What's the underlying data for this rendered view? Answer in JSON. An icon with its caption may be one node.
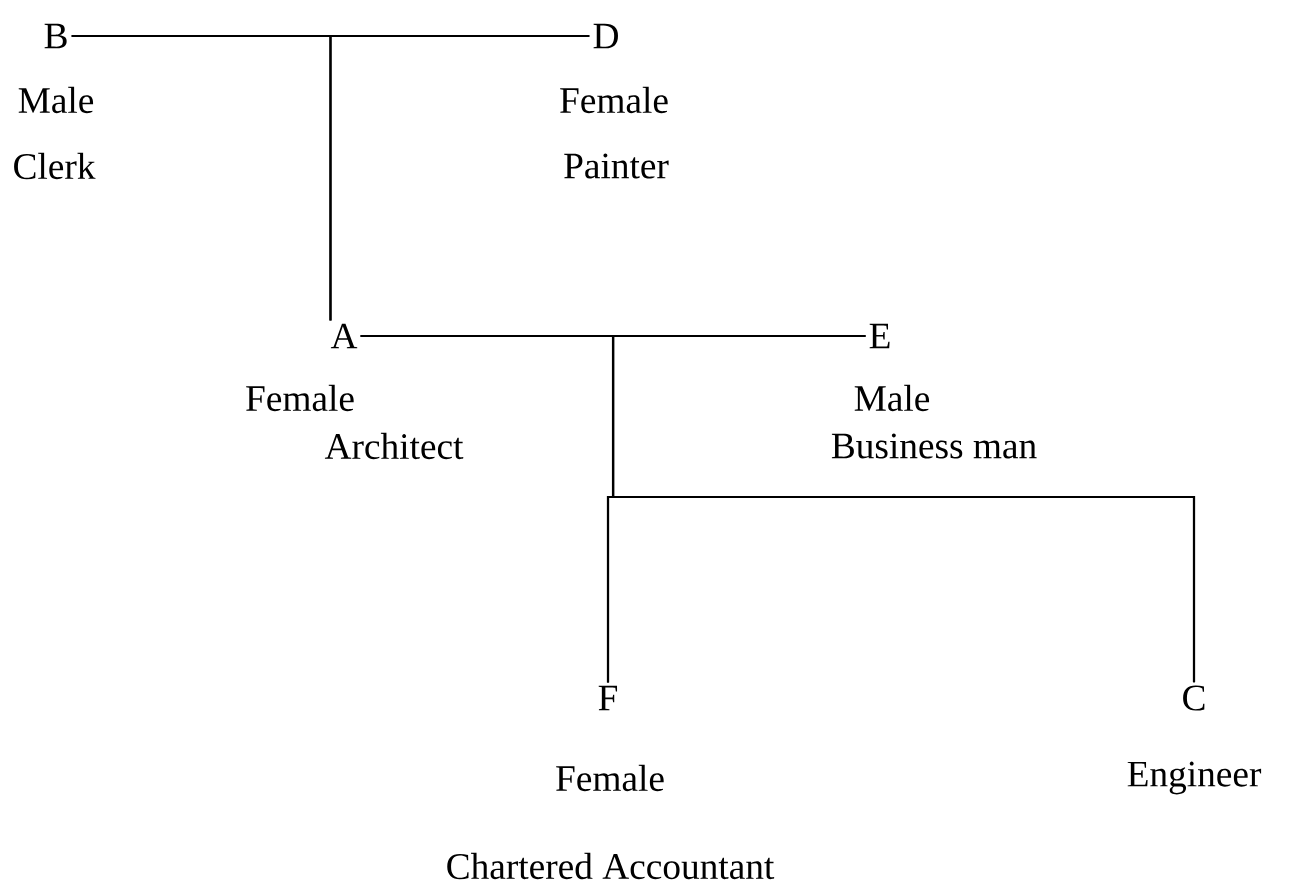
{
  "diagram": {
    "nodes": [
      {
        "text": [
          "B"
        ],
        "beside": [
          "Male",
          "Clerk"
        ]
      },
      {
        "text": [
          "D"
        ],
        "beside": [
          "Female",
          "Painter"
        ]
      },
      {
        "text": [
          "A"
        ],
        "beside": [
          "Female",
          "Architect"
        ]
      },
      {
        "text": [
          "E"
        ],
        "beside": [
          "Male",
          "Business man"
        ]
      },
      {
        "text": [
          "F"
        ],
        "beside": [
          "Female",
          "Chartered Accountant"
        ]
      },
      {
        "text": [
          "C"
        ],
        "beside": [
          "Engineer"
        ]
      }
    ],
    "edges": [
      {
        "from": 0,
        "to": 1,
        "arrow": "none"
      },
      {
        "from": 0,
        "to": 2,
        "arrow": "none"
      },
      {
        "from": 1,
        "to": 2,
        "arrow": "none"
      },
      {
        "from": 2,
        "to": 3,
        "arrow": "none"
      },
      {
        "from": 2,
        "to": 4,
        "arrow": "none"
      },
      {
        "from": 3,
        "to": 4,
        "arrow": "none"
      },
      {
        "from": 2,
        "to": 5,
        "arrow": "none"
      },
      {
        "from": 3,
        "to": 5,
        "arrow": "none"
      }
    ]
  }
}
